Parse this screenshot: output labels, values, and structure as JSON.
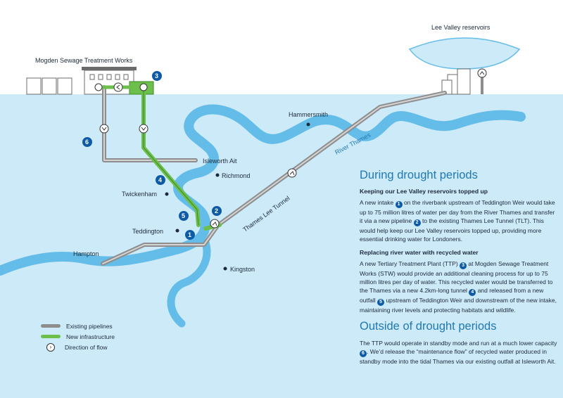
{
  "labels": {
    "mogden": "Mogden Sewage Treatment Works",
    "lee_valley": "Lee Valley reservoirs",
    "hammersmith": "Hammersmith",
    "isleworth": "Isleworth Ait",
    "richmond": "Richmond",
    "twickenham": "Twickenham",
    "teddington": "Teddington",
    "hampton": "Hampton",
    "kingston": "Kingston",
    "river_thames": "River Thames",
    "tunnel": "Thames Lee Tunnel"
  },
  "markers": [
    "1",
    "2",
    "3",
    "4",
    "5",
    "6"
  ],
  "legend": {
    "existing": "Existing pipelines",
    "new": "New infrastructure",
    "flow": "Direction of flow",
    "existing_color": "#8d8d8d",
    "new_color": "#6cbf4b"
  },
  "panel": {
    "h_drought": "During drought periods",
    "s1_title": "Keeping our Lee Valley reservoirs topped up",
    "s1_a": "A new intake",
    "s1_b": "on the riverbank upstream of Teddington Weir would take up to 75 million litres of water per day from the River Thames and transfer it via a new pipeline",
    "s1_c": "to the existing Thames Lee Tunnel (TLT). This would help keep our Lee Valley reservoirs topped up, providing more essential drinking water for Londoners.",
    "s2_title": "Replacing river water with recycled water",
    "s2_a": "A new Tertiary Treatment Plant (TTP)",
    "s2_b": "at Mogden Sewage Treatment Works (STW) would provide an additional cleaning process for up to 75 million litres per day of water. This recycled water would be transferred to the Thames via a new 4.2km-long tunnel",
    "s2_c": "and released from a new outfall",
    "s2_d": "upstream of Teddington Weir and downstream of the new intake, maintaining river levels and protecting habitats and wildlife.",
    "h_outside": "Outside of drought periods",
    "s3_a": "The TTP would operate in standby mode and run at a much lower capacity",
    "s3_b": ". We’d release the “maintenance flow” of recycled water produced in standby mode into the tidal Thames via our existing outfall at Isleworth Ait."
  },
  "colors": {
    "water": "#cdeaf8",
    "river": "#63bde8",
    "accent": "#1f78b4",
    "badge": "#0d5aa7"
  }
}
